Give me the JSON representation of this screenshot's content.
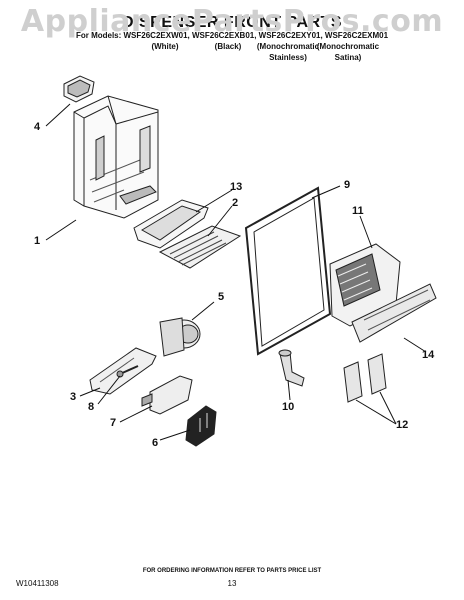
{
  "watermark": "AppliancePartsPros.com",
  "header": {
    "title": "DISPENSER FRONT PARTS",
    "models_line": "For Models: WSF26C2EXW01, WSF26C2EXB01, WSF26C2EXY01, WSF26C2EXM01",
    "variants": [
      {
        "line1": "(White)",
        "line2": ""
      },
      {
        "line1": "(Black)",
        "line2": ""
      },
      {
        "line1": "(Monochromatic",
        "line2": "Stainless)"
      },
      {
        "line1": "(Monochromatic",
        "line2": "Satina)"
      }
    ]
  },
  "callouts": [
    "1",
    "2",
    "3",
    "4",
    "5",
    "6",
    "7",
    "8",
    "9",
    "10",
    "11",
    "12",
    "13",
    "14"
  ],
  "footer": {
    "ordering_note": "FOR ORDERING INFORMATION REFER TO PARTS PRICE LIST",
    "doc_code": "W10411308",
    "page_number": "13"
  },
  "colors": {
    "ink": "#111111",
    "watermark": "#cfcfcf",
    "background": "#ffffff"
  }
}
